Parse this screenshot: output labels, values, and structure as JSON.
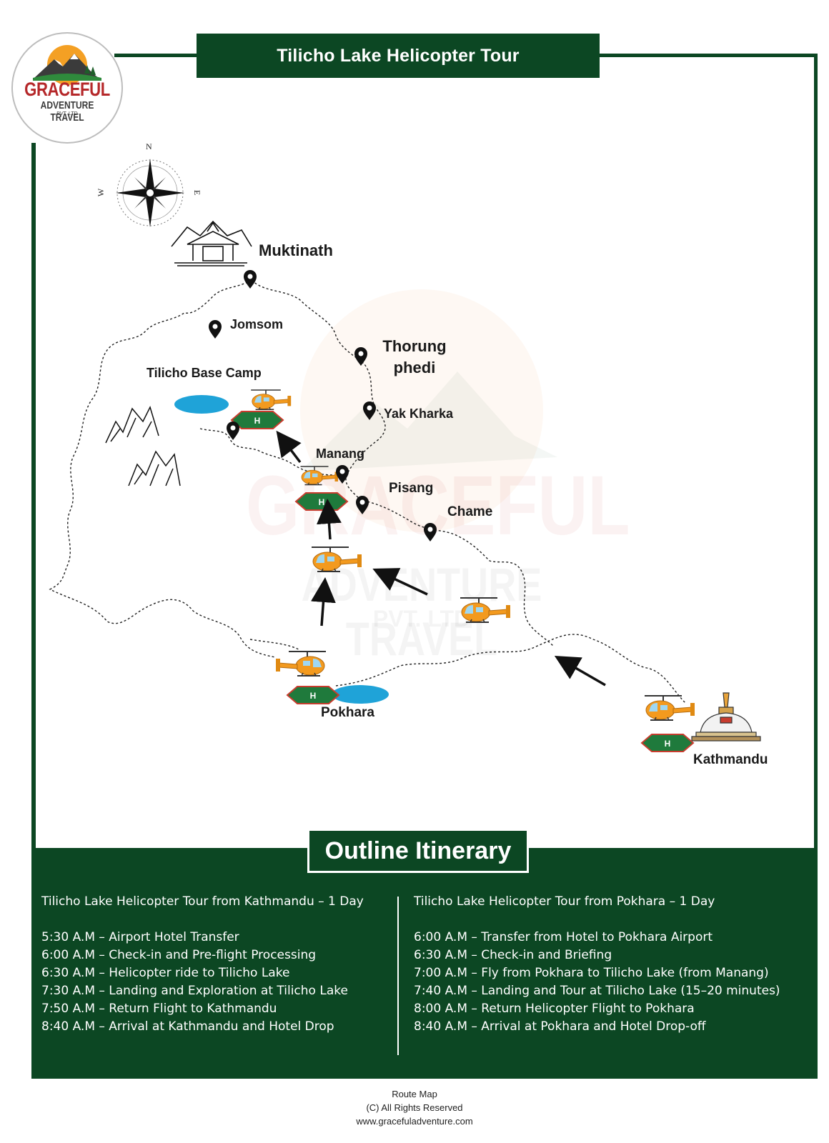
{
  "header": {
    "title": "Tilicho Lake Helicopter Tour"
  },
  "logo": {
    "name": "GRACEFUL",
    "subtitle": "ADVENTURE TRAVEL",
    "suffix": "PVT. LTD"
  },
  "compass": {
    "north": "N",
    "east": "E",
    "west": "W"
  },
  "map": {
    "places": [
      {
        "name": "Muktinath"
      },
      {
        "name": "Jomsom"
      },
      {
        "name": "Thorung phedi"
      },
      {
        "name": "Tilicho Base Camp"
      },
      {
        "name": "Yak Kharka"
      },
      {
        "name": "Manang"
      },
      {
        "name": "Pisang"
      },
      {
        "name": "Chame"
      },
      {
        "name": "Pokhara"
      },
      {
        "name": "Kathmandu"
      }
    ]
  },
  "itinerary": {
    "title": "Outline Itinerary",
    "kathmandu": {
      "heading": "Tilicho Lake Helicopter Tour from Kathmandu – 1 Day",
      "items": [
        "5:30 A.M – Airport Hotel Transfer",
        "6:00 A.M – Check-in and Pre-flight Processing",
        "6:30 A.M – Helicopter ride to Tilicho Lake",
        "7:30 A.M – Landing and Exploration at Tilicho Lake",
        "7:50 A.M – Return Flight to Kathmandu",
        "8:40 A.M – Arrival at Kathmandu and Hotel Drop"
      ]
    },
    "pokhara": {
      "heading": "Tilicho Lake Helicopter Tour from Pokhara – 1 Day",
      "items": [
        "6:00 A.M – Transfer from Hotel to Pokhara Airport",
        "6:30 A.M – Check-in and Briefing",
        "7:00 A.M – Fly from Pokhara to Tilicho Lake (from Manang)",
        "7:40 A.M – Landing and Tour at Tilicho Lake (15–20 minutes)",
        "8:00 A.M – Return Helicopter Flight to Pokhara",
        "8:40 A.M – Arrival at Pokhara and Hotel Drop-off"
      ]
    }
  },
  "footer": {
    "line1": "Route Map",
    "line2": "(C) All Rights Reserved",
    "line3": "www.gracefuladventure.com"
  },
  "colors": {
    "brand_green": "#0c4723",
    "logo_red": "#b5282a",
    "lake_blue": "#1fa3d8",
    "heli_orange": "#f39a1e"
  }
}
